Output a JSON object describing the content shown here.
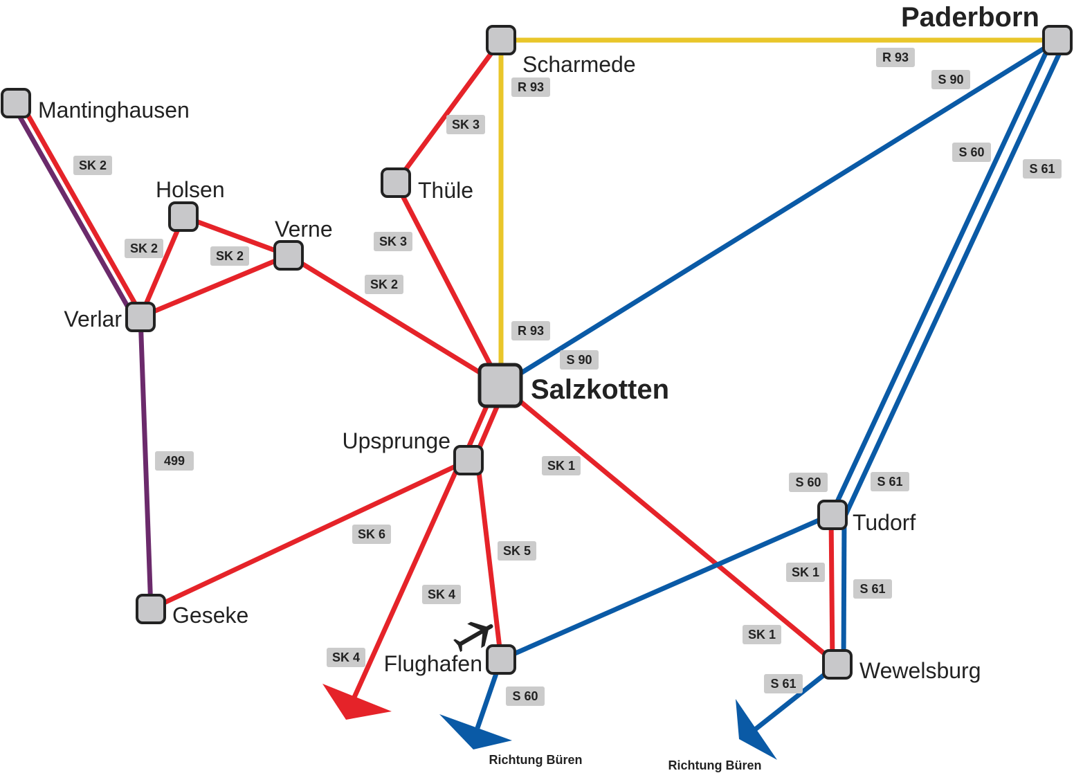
{
  "colors": {
    "red": "#e52329",
    "blue": "#0a5aa6",
    "yellow": "#e9c62a",
    "purple": "#6b2a6b",
    "stop_fill": "#c8c8ca",
    "tag_fill": "#cbcbcb"
  },
  "stations": {
    "paderborn": "Paderborn",
    "scharmede": "Scharmede",
    "manting": "Mantinghausen",
    "holsen": "Holsen",
    "thuele": "Thüle",
    "verne": "Verne",
    "verlar": "Verlar",
    "salzkotten": "Salzkotten",
    "upsprunge": "Upsprunge",
    "tudorf": "Tudorf",
    "geseke": "Geseke",
    "flughafen": "Flughafen",
    "wewelsburg": "Wewelsburg"
  },
  "lines": {
    "r93": "R 93",
    "s90": "S 90",
    "s60": "S 60",
    "s61": "S 61",
    "sk1": "SK 1",
    "sk2": "SK 2",
    "sk3": "SK 3",
    "sk4": "SK 4",
    "sk5": "SK 5",
    "sk6": "SK 6",
    "bus499": "499"
  },
  "directions": {
    "flughafen_dir": "Richtung Büren",
    "wewelsburg_dir": "Richtung Büren"
  },
  "icons": {
    "airport": "airplane-icon"
  }
}
